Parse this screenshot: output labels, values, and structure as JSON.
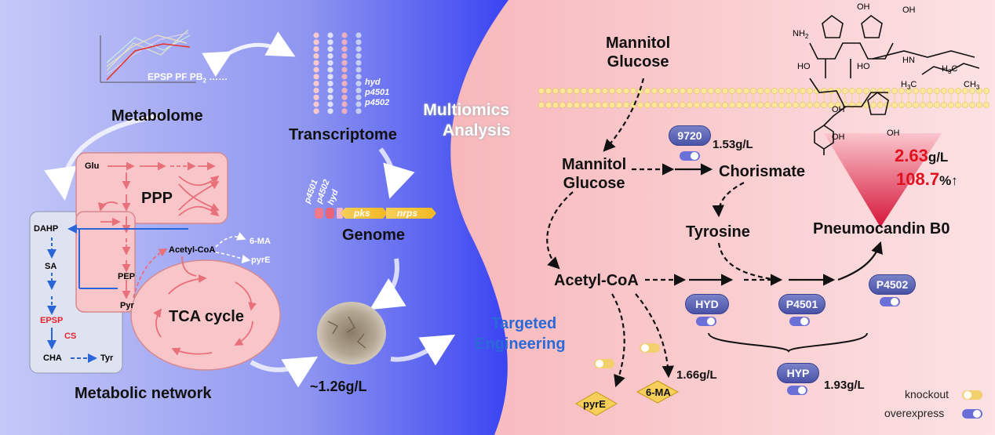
{
  "left": {
    "metabolome": {
      "title": "Metabolome",
      "metabolites": "EPSP  PF",
      "ellipsis": "……"
    },
    "transcriptome": {
      "title": "Transcriptome",
      "genes": [
        "hyd",
        "p4501",
        "p4502"
      ]
    },
    "genome": {
      "title": "Genome",
      "genes": [
        "p4501",
        "p4502",
        "hyd",
        "pks",
        "nrps"
      ]
    },
    "baseline_titer": "~1.26g/L",
    "network": {
      "title": "Metabolic network",
      "nodes": {
        "glu": "Glu",
        "ppp": "PPP",
        "dahp": "DAHP",
        "sa": "SA",
        "epsp": "EPSP",
        "cs": "CS",
        "cha": "CHA",
        "tyr": "Tyr",
        "pep": "PEP",
        "pyr": "Pyr",
        "acetyl_coa": "Acetyl-CoA",
        "six_ma": "6-MA",
        "pyre": "pyrE",
        "tca": "TCA cycle"
      }
    }
  },
  "center": {
    "multiomics": [
      "Multiomics",
      "Analysis"
    ],
    "targeted": [
      "Targeted",
      "Engineering"
    ]
  },
  "right": {
    "substrate_outside": [
      "Mannitol",
      "Glucose"
    ],
    "substrate_inside": [
      "Mannitol",
      "Glucose"
    ],
    "chorismate": "Chorismate",
    "tyrosine": "Tyrosine",
    "acetyl_coa": "Acetyl-CoA",
    "product": "Pneumocandin B0",
    "final_titer_value": "2.63",
    "final_titer_unit": "g/L",
    "increase_value": "108.7",
    "increase_unit": "%↑",
    "enzymes": {
      "g9720": {
        "label": "9720",
        "titer": "1.53g/L"
      },
      "hyd": "HYD",
      "p4501": "P4501",
      "p4502": "P4502",
      "hyp": {
        "label": "HYP",
        "titer": "1.93g/L"
      }
    },
    "knockouts": {
      "pyre": "pyrE",
      "six_ma": "6-MA"
    },
    "knockout_titer": "1.66g/L",
    "molecule": {
      "nh2": [
        "NH",
        "2"
      ],
      "oh": "OH",
      "ho": "HO",
      "hn": "HN",
      "h3c": [
        "H",
        "3",
        "C"
      ],
      "ch3": [
        "CH",
        "3"
      ]
    }
  },
  "legend": {
    "knockout": "knockout",
    "overexpress": "overexpress"
  },
  "colors": {
    "accent_red": "#e0101e",
    "pathway_blue": "#2a66d8",
    "pathway_pink": "#e8707a",
    "toggle_overexpress": "#6a70d8",
    "toggle_knockout": "#f4cf6e"
  }
}
